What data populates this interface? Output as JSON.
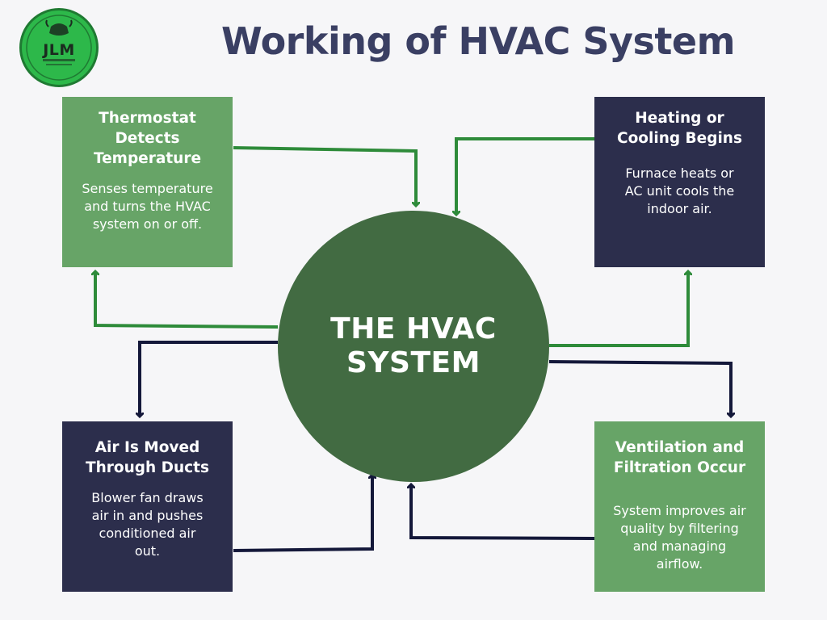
{
  "logo": {
    "text": "JLM",
    "icon": "bison-icon"
  },
  "title": "Working of HVAC System",
  "center": {
    "label": "THE HVAC SYSTEM"
  },
  "boxes": {
    "thermostat": {
      "title": "Thermostat Detects Temperature",
      "body": "Senses temperature and turns the HVAC system on or off."
    },
    "heating": {
      "title": "Heating or Cooling Begins",
      "body": "Furnace heats or AC unit cools the indoor air."
    },
    "air": {
      "title": "Air Is Moved Through Ducts",
      "body": "Blower fan draws air in and pushes conditioned air out."
    },
    "vent": {
      "title": "Ventilation and Filtration Occur",
      "body": "System improves air quality by filtering and managing airflow."
    }
  },
  "colors": {
    "background": "#f6f6f8",
    "title": "#3a3f63",
    "box_green": "#67a467",
    "box_navy": "#2c2e4c",
    "circle": "#426b42",
    "arrow_green": "#2e8b3a",
    "arrow_navy": "#14183a",
    "logo_green": "#2db84a"
  }
}
